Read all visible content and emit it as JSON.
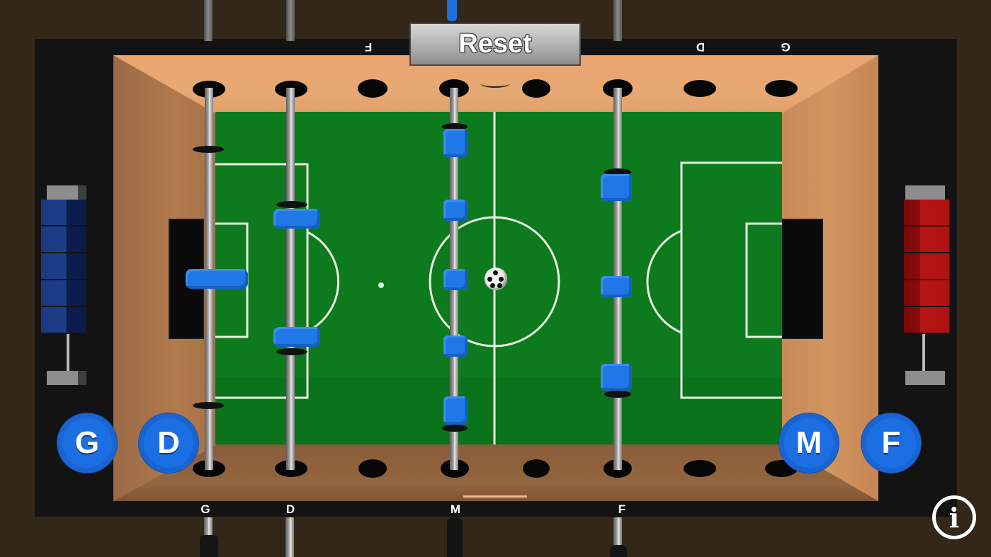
{
  "game": {
    "type": "foosball",
    "colors": {
      "background": "#33271a",
      "frame": "#131313",
      "field": "#0d7a1e",
      "team_blue": "#1f78e6",
      "team_red": "#b41414",
      "button_blue": "#1c6fe3"
    }
  },
  "toolbar": {
    "reset_label": "Reset",
    "info_label": "i"
  },
  "rod_labels_top": {
    "forward": "F",
    "defense": "D",
    "goalie": "G"
  },
  "rod_labels_bottom": {
    "goalie": "G",
    "defense": "D",
    "midfield": "M",
    "forward": "F"
  },
  "rod_buttons": {
    "goalie": "G",
    "defense": "D",
    "midfield": "M",
    "forward": "F"
  },
  "score": {
    "blue_blocks": 5,
    "red_blocks": 5
  }
}
